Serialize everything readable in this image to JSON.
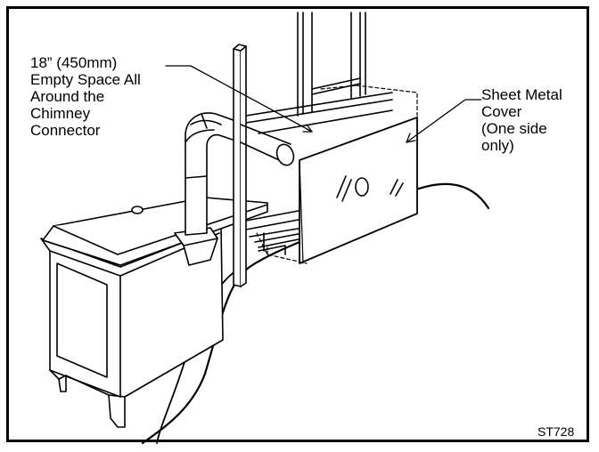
{
  "figure": {
    "clearance_label": "18” (450mm)\nEmpty Space All\nAround the\nChimney\nConnector",
    "cover_label": "Sheet Metal\nCover\n(One side\nonly)",
    "figure_code": "ST728"
  },
  "colors": {
    "line": "#000000",
    "background": "#ffffff"
  }
}
